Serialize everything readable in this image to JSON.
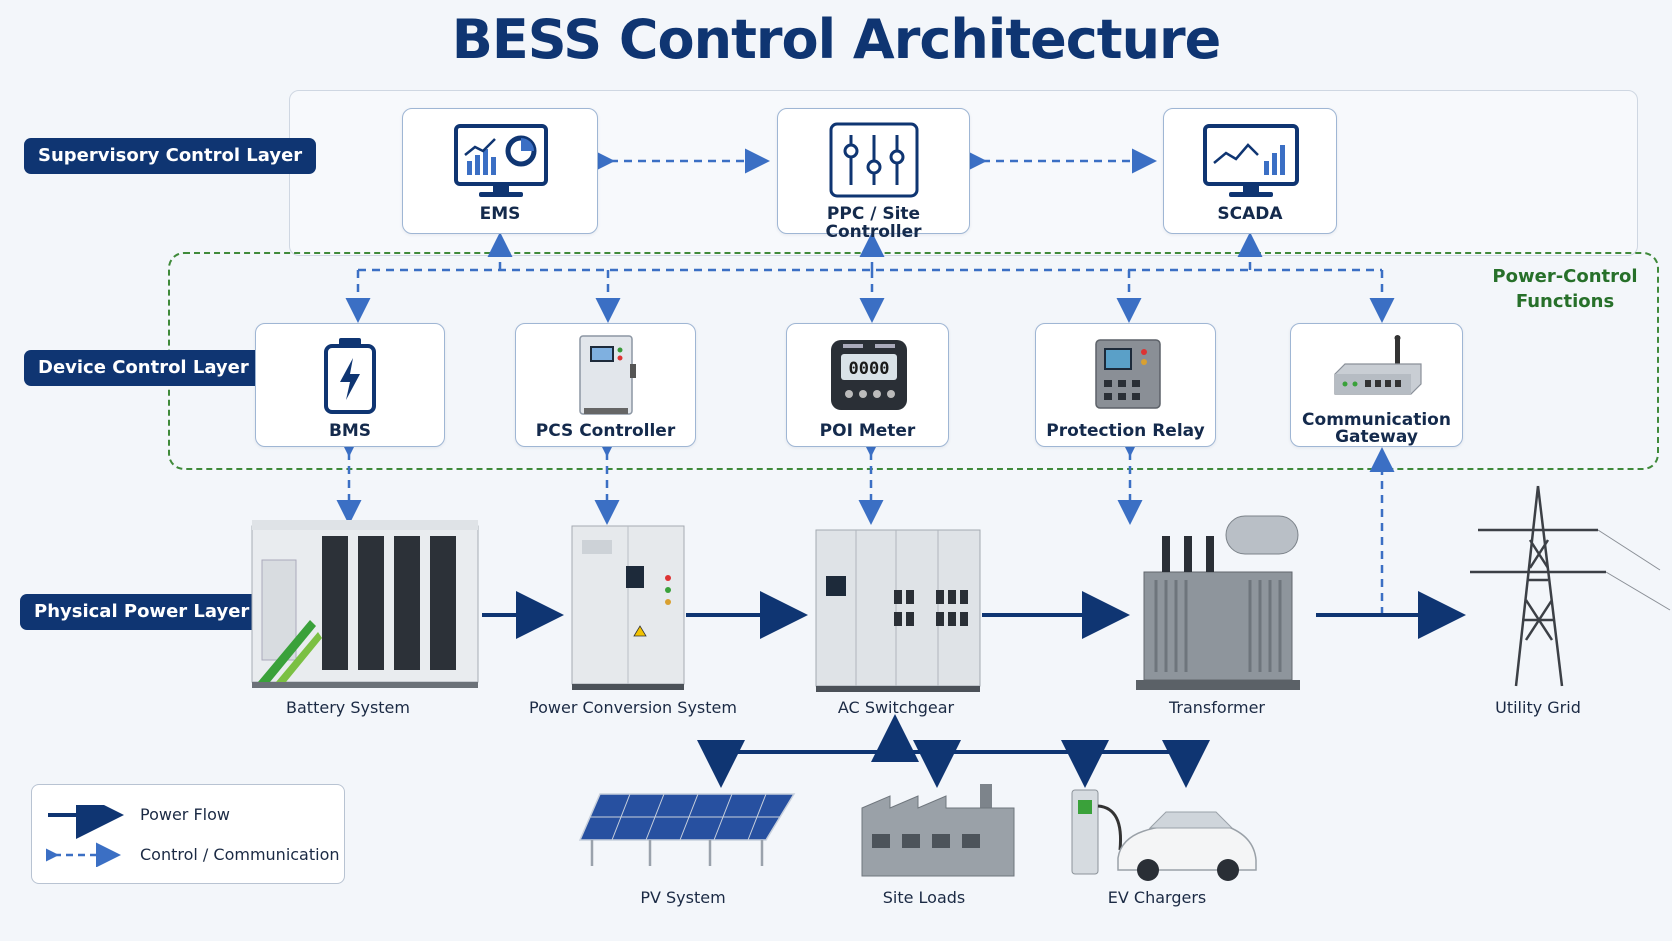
{
  "title": "BESS Control Architecture",
  "layers": {
    "supervisory": "Supervisory Control Layer",
    "device": "Device Control Layer",
    "physical": "Physical Power Layer"
  },
  "power_control_label": "Power-Control Functions",
  "supervisory_nodes": {
    "ems": "EMS",
    "ppc": "PPC / Site Controller",
    "scada": "SCADA"
  },
  "device_nodes": {
    "bms": "BMS",
    "pcs": "PCS Controller",
    "poi": "POI Meter",
    "relay": "Protection Relay",
    "gateway": "Communication Gateway"
  },
  "physical_nodes": {
    "battery": "Battery System",
    "pcs": "Power Conversion System",
    "switchgear": "AC Switchgear",
    "transformer": "Transformer",
    "grid": "Utility Grid"
  },
  "distributed_nodes": {
    "pv": "PV System",
    "loads": "Site Loads",
    "ev": "EV Chargers"
  },
  "legend": {
    "power_flow": "Power Flow",
    "control": "Control / Communication"
  },
  "poi_display": "0000",
  "colors": {
    "navy": "#0f3572",
    "control_blue": "#3b6fc4",
    "green_dashed": "#3f8a3a",
    "panel_border": "#9fb6d4"
  },
  "icons": {
    "ems": "monitor-chart-icon",
    "ppc": "sliders-icon",
    "scada": "monitor-trend-icon",
    "bms": "battery-bolt-icon",
    "pcs": "cabinet-icon",
    "poi": "meter-icon",
    "relay": "relay-icon",
    "gateway": "router-icon"
  }
}
